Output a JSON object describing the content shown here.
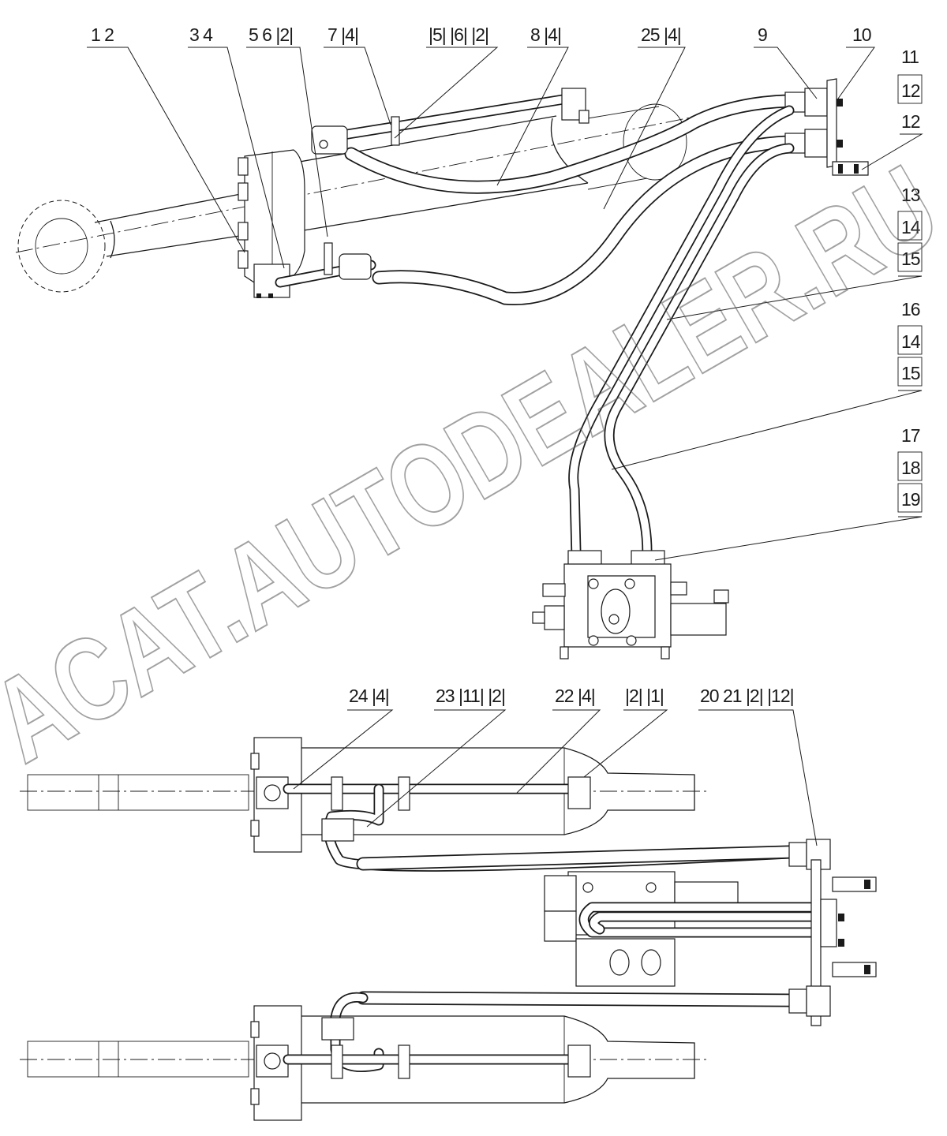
{
  "watermark": "ACAT.AUTODEALER.RU",
  "top_view": {
    "callouts": [
      {
        "id": "c-1-2",
        "text": "1  2"
      },
      {
        "id": "c-3-4",
        "text": "3  4"
      },
      {
        "id": "c-5-6-2",
        "text": "5  6  |2|"
      },
      {
        "id": "c-7-4",
        "text": "7  |4|"
      },
      {
        "id": "c-5-6-2b",
        "text": "|5|  |6|  |2|"
      },
      {
        "id": "c-8-4",
        "text": "8  |4|"
      },
      {
        "id": "c-25-4",
        "text": "25  |4|"
      },
      {
        "id": "c-9",
        "text": "9"
      },
      {
        "id": "c-10",
        "text": "10"
      }
    ],
    "right_column": [
      {
        "id": "r-11",
        "text": "11"
      },
      {
        "id": "r-12-boxed",
        "text": "12"
      },
      {
        "id": "r-12",
        "text": "12"
      },
      {
        "id": "r-13",
        "text": "13"
      },
      {
        "id": "r-14-boxed",
        "text": "14"
      },
      {
        "id": "r-15-boxed",
        "text": "15"
      },
      {
        "id": "r-16",
        "text": "16"
      },
      {
        "id": "r-14b-boxed",
        "text": "14"
      },
      {
        "id": "r-15b-boxed",
        "text": "15"
      },
      {
        "id": "r-17",
        "text": "17"
      },
      {
        "id": "r-18-boxed",
        "text": "18"
      },
      {
        "id": "r-19-boxed",
        "text": "19"
      }
    ]
  },
  "bottom_view": {
    "callouts": [
      {
        "id": "b-24-4",
        "text": "24  |4|"
      },
      {
        "id": "b-23-11-2",
        "text": "23  |11|  |2|"
      },
      {
        "id": "b-22-4",
        "text": "22  |4|"
      },
      {
        "id": "b-2-1",
        "text": "|2|  |1|"
      },
      {
        "id": "b-20-21-2-12",
        "text": "20  21  |2|  |12|"
      }
    ]
  }
}
